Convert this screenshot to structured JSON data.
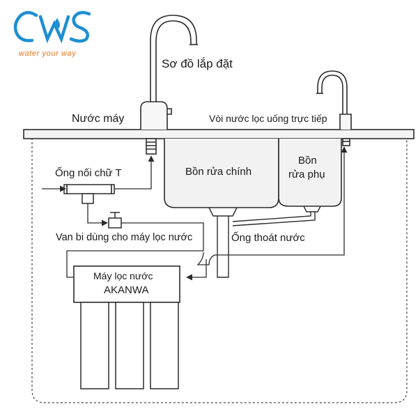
{
  "logo": {
    "brand": "CWS",
    "tagline": "water your way",
    "brand_color": "#1e8fd1",
    "tagline_color": "#e8731e"
  },
  "title": "Sơ đồ lắp đặt",
  "labels": {
    "tap_water": "Nước máy",
    "drinking_faucet": "Vòi nước lọc uống trực tiếp",
    "t_connector": "Ống nối chữ T",
    "main_sink": "Bồn rửa chính",
    "sub_sink_line1": "Bồn",
    "sub_sink_line2": "rửa phụ",
    "ball_valve": "Van bi dùng cho máy lọc nước",
    "drain_pipe": "Ống thoát nước",
    "filter_line1": "Máy lọc nước",
    "filter_line2": "AKANWA"
  },
  "colors": {
    "line": "#2b2b2b",
    "sink_fill": "#f2f2f2",
    "counter_fill": "#f4f4f4"
  }
}
